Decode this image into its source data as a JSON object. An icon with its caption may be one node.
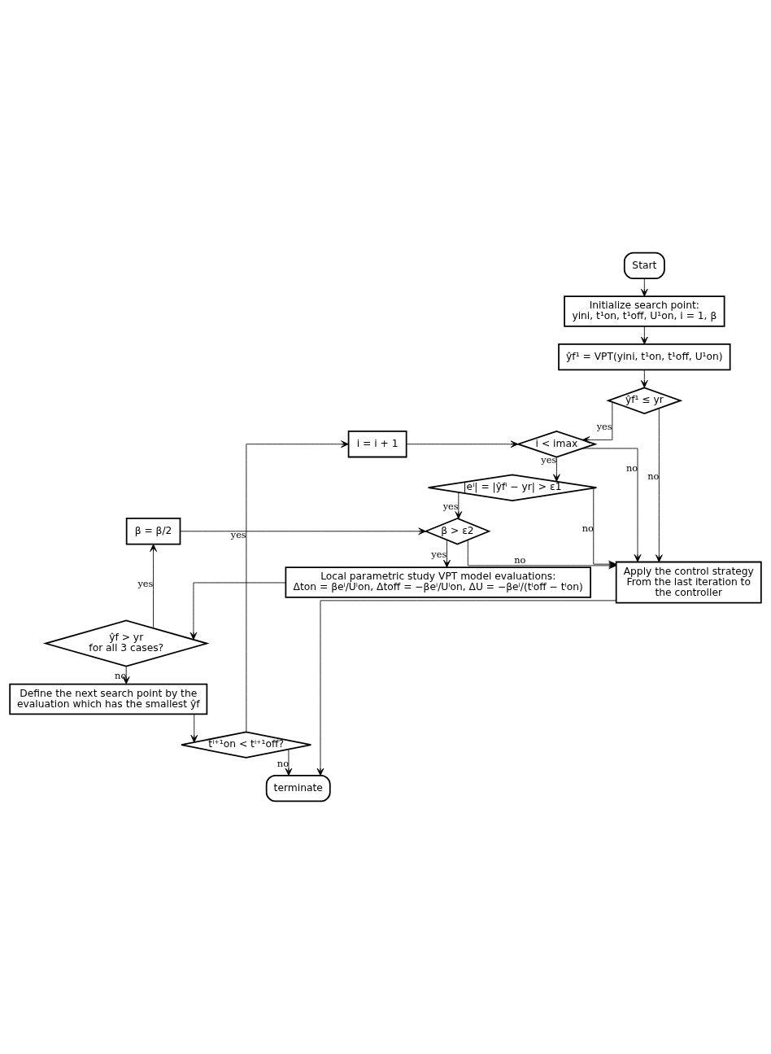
{
  "diagram": {
    "nodes": [
      {
        "text": [
          "Start"
        ]
      },
      {
        "text": [
          "Initialize search point:",
          "yini, t¹on, t¹off, U¹on, i = 1, β"
        ]
      },
      {
        "text": [
          "ŷf¹ = VPT(yini, t¹on, t¹off, U¹on)"
        ]
      },
      {
        "text": [
          "ŷf¹ ≤ yr"
        ]
      },
      {
        "text": [
          "i = i + 1"
        ]
      },
      {
        "text": [
          "i < imax"
        ]
      },
      {
        "text": [
          "|eⁱ| = |ŷfⁱ − yr| > ε1"
        ]
      },
      {
        "text": [
          "β = β/2"
        ]
      },
      {
        "text": [
          "β > ε2"
        ]
      },
      {
        "text": [
          "Local parametric study VPT model evaluations:",
          "Δton = βeⁱ/Uⁱon, Δtoff = −βeⁱ/Uⁱon, ΔU = −βeⁱ/(tⁱoff − tⁱon)"
        ]
      },
      {
        "text": [
          "ŷf > yr",
          "for all 3 cases?"
        ]
      },
      {
        "text": [
          "Define the next search point by the evaluation which has the smallest ŷf"
        ]
      },
      {
        "text": [
          "tⁱ⁺¹on < tⁱ⁺¹off?"
        ]
      },
      {
        "text": [
          "Apply the control strategy From the last iteration to the controller"
        ]
      },
      {
        "text": [
          "terminate"
        ]
      }
    ],
    "edges": [
      {
        "from": 0,
        "to": 1,
        "arrow": "to"
      },
      {
        "from": 1,
        "to": 2,
        "arrow": "to"
      },
      {
        "from": 2,
        "to": 3,
        "arrow": "to"
      },
      {
        "from": 3,
        "to": 5,
        "arrow": "to",
        "label": "yes"
      },
      {
        "from": 3,
        "to": 13,
        "arrow": "to",
        "label": "no"
      },
      {
        "from": 4,
        "to": 5,
        "arrow": "to"
      },
      {
        "from": 5,
        "to": 6,
        "arrow": "to",
        "label": "yes"
      },
      {
        "from": 5,
        "to": 13,
        "arrow": "to",
        "label": "no"
      },
      {
        "from": 6,
        "to": 8,
        "arrow": "to",
        "label": "yes"
      },
      {
        "from": 6,
        "to": 13,
        "arrow": "to",
        "label": "no"
      },
      {
        "from": 7,
        "to": 8,
        "arrow": "to"
      },
      {
        "from": 8,
        "to": 9,
        "arrow": "to",
        "label": "yes"
      },
      {
        "from": 8,
        "to": 13,
        "arrow": "to",
        "label": "no"
      },
      {
        "from": 9,
        "to": 10,
        "arrow": "to"
      },
      {
        "from": 10,
        "to": 7,
        "arrow": "to",
        "label": "yes"
      },
      {
        "from": 10,
        "to": 11,
        "arrow": "to",
        "label": "no"
      },
      {
        "from": 11,
        "to": 12,
        "arrow": "to"
      },
      {
        "from": 12,
        "to": 4,
        "arrow": "to",
        "label": "yes"
      },
      {
        "from": 12,
        "to": 14,
        "arrow": "to",
        "label": "no"
      },
      {
        "from": 13,
        "to": 14,
        "arrow": "to"
      }
    ]
  }
}
